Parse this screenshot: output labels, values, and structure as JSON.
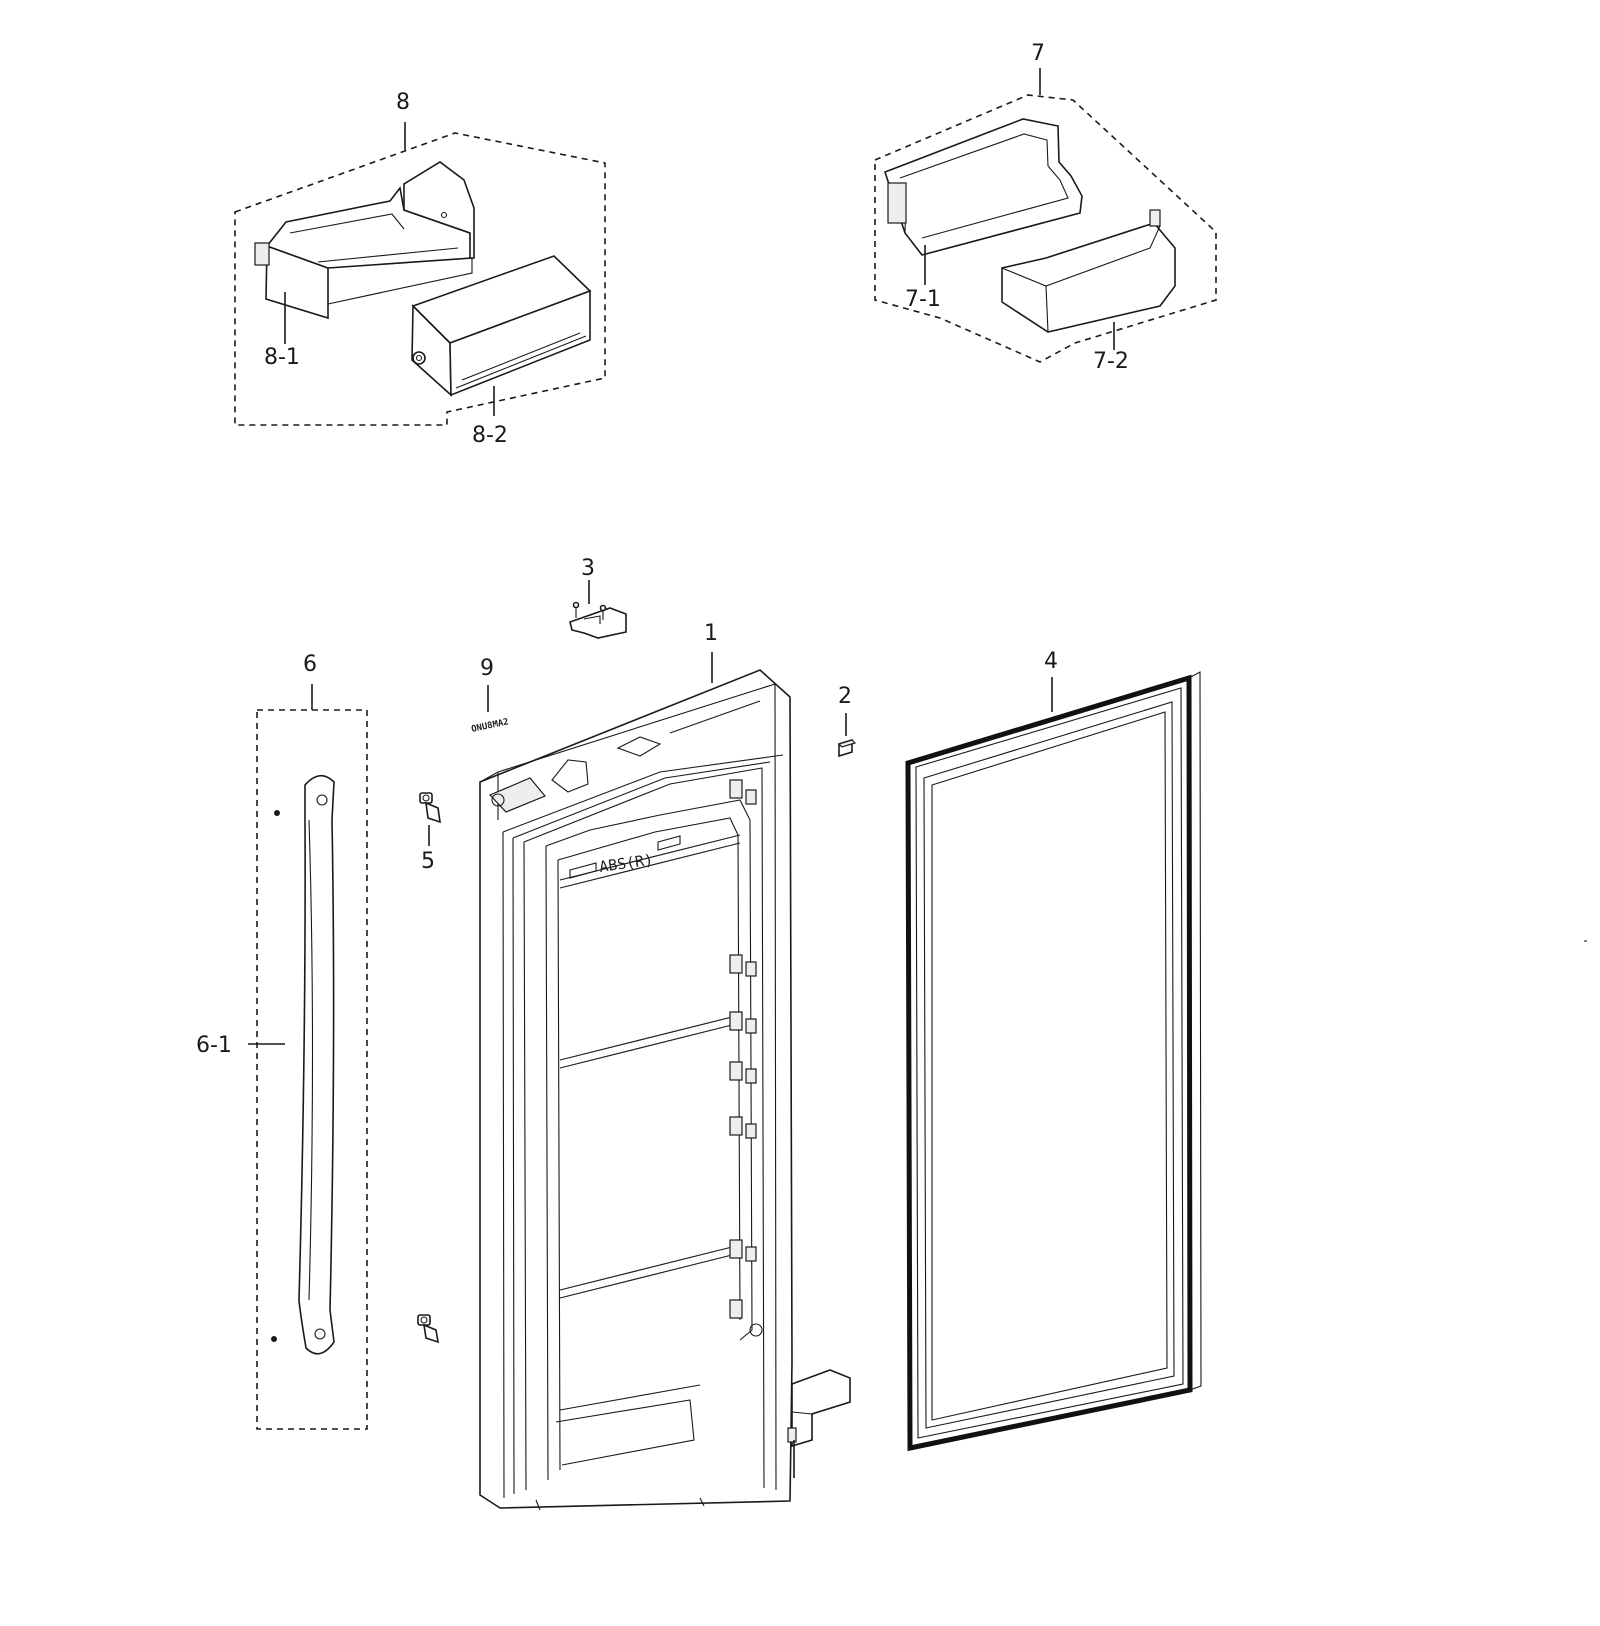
{
  "callouts": {
    "c1": "1",
    "c2": "2",
    "c3": "3",
    "c4": "4",
    "c5": "5",
    "c6": "6",
    "c6_1": "6-1",
    "c7": "7",
    "c7_1": "7-1",
    "c7_2": "7-2",
    "c8": "8",
    "c8_1": "8-1",
    "c8_2": "8-2",
    "c9": "9"
  },
  "embossed": {
    "liner_text": "ABS(R)",
    "badge_text": "ONU8MA2"
  }
}
